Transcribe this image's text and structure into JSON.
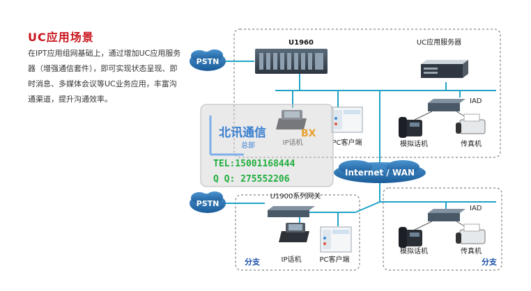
{
  "heading": "UC应用场景",
  "description": "在IPT应用组网基础上，通过增加UC应用服务器（增强通信套件），即可实现状态呈现、即时消息、多媒体会议等UC业务应用，丰富沟通渠道，提升沟通效率。",
  "diagram": {
    "hq_gateway": "U1960",
    "uc_server": "UC应用服务器",
    "pstn_top": "PSTN",
    "pstn_bottom": "PSTN",
    "iad_top": "IAD",
    "iad_bottom": "IAD",
    "ip_phone_top": "IP话机",
    "pc_client_top": "PC客户端",
    "analog_phone_top": "模拟话机",
    "fax_top": "传真机",
    "internet": "Internet / WAN",
    "branch_gateway": "U1900系列网关",
    "ip_phone_bottom": "IP话机",
    "pc_client_bottom": "PC客户端",
    "analog_phone_bottom": "模拟话机",
    "fax_bottom": "传真机",
    "branch_left": "分支",
    "branch_right": "分支"
  },
  "watermark": {
    "company": "北讯通信",
    "company_suffix": "BX",
    "dept": "总部",
    "tel": "TEL:15001168444",
    "qq": "Q Q: 275552206"
  },
  "colors": {
    "heading": "#c9141c",
    "link": "#1fa2c8",
    "cloud": "#1f6aa5",
    "label_blue": "#1a4fa8",
    "watermark": "#1fae3c"
  }
}
